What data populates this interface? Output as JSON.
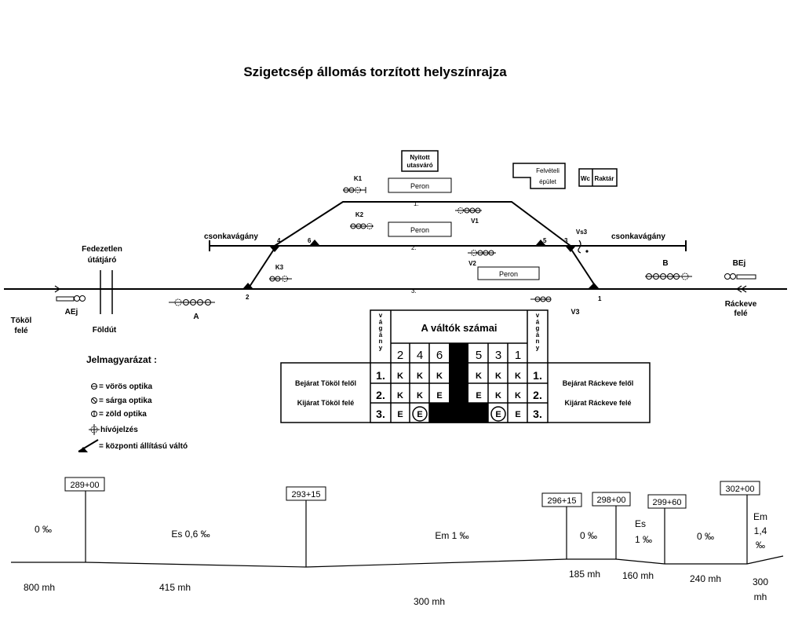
{
  "title": "Szigetcsép állomás torzított helyszínrajza",
  "buildings": {
    "waiting_room_l1": "Nyitott",
    "waiting_room_l2": "utasváró",
    "reception_l1": "Felvételi",
    "reception_l2": "épület",
    "wc": "Wc",
    "warehouse": "Raktár"
  },
  "platforms": [
    "Peron",
    "Peron",
    "Peron"
  ],
  "tracks": {
    "t1": "1.",
    "t2": "2.",
    "t3": "3."
  },
  "spur_left": "csonkavágány",
  "spur_right": "csonkavágány",
  "switch_numbers": [
    "1",
    "2",
    "3",
    "4",
    "5",
    "6"
  ],
  "signals": {
    "K1": "K1",
    "K2": "K2",
    "K3": "K3",
    "V1": "V1",
    "V2": "V2",
    "V3": "V3",
    "Vs3": "Vs3",
    "A": "A",
    "AEj": "AEj",
    "B": "B",
    "BEj": "BEj"
  },
  "crossing": {
    "l1": "Fedezetlen",
    "l2": "útátjáró",
    "road": "Földút"
  },
  "directions": {
    "left_l1": "Tököl",
    "left_l2": "felé",
    "right_l1": "Ráckeve",
    "right_l2": "felé"
  },
  "legend": {
    "title": "Jelmagyarázat :",
    "items": [
      "= vörös optika",
      "= sárga optika",
      "= zöld optika",
      "hívójelzés",
      "= központi állítású váltó"
    ]
  },
  "table": {
    "track_header": "vágány",
    "switches_header": "A váltók számai",
    "left_switches": [
      "2",
      "4",
      "6"
    ],
    "right_switches": [
      "5",
      "3",
      "1"
    ],
    "track_nums": [
      "1.",
      "2.",
      "3."
    ],
    "rows": [
      {
        "left": [
          "K",
          "K",
          "K"
        ],
        "right": [
          "K",
          "K",
          "K"
        ]
      },
      {
        "left": [
          "K",
          "K",
          "E"
        ],
        "right": [
          "E",
          "K",
          "K"
        ]
      },
      {
        "left": [
          "E",
          "E",
          ""
        ],
        "right": [
          "",
          "E",
          "E"
        ]
      }
    ],
    "left_labels": [
      "Bejárat Tököl felől",
      "Kijárat Tököl felé"
    ],
    "right_labels": [
      "Bejárat Ráckeve felől",
      "Kijárat Ráckeve felé"
    ]
  },
  "profile": {
    "stations": [
      "289+00",
      "293+15",
      "296+15",
      "298+00",
      "299+60",
      "302+00"
    ],
    "gradients": [
      "0 ‰",
      "Es 0,6 ‰",
      "Em 1 ‰",
      "0 ‰",
      "Es",
      "1 ‰",
      "0 ‰",
      "Em",
      "1,4",
      "‰"
    ],
    "lengths": [
      "800 mh",
      "415 mh",
      "300 mh",
      "185 mh",
      "160 mh",
      "240 mh",
      "300",
      "mh"
    ]
  }
}
